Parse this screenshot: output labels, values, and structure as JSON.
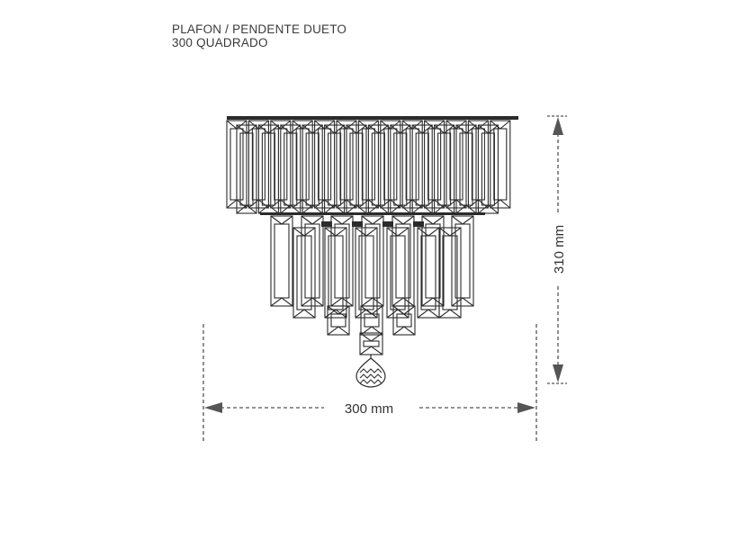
{
  "title": {
    "line1": "PLAFON / PENDENTE DUETO",
    "line2": "300 QUADRADO"
  },
  "dimensions": {
    "width_label": "300 mm",
    "height_label": "310 mm"
  },
  "colors": {
    "line": "#2b2b2b",
    "dim_line": "#555555",
    "text": "#3a3a3a"
  }
}
